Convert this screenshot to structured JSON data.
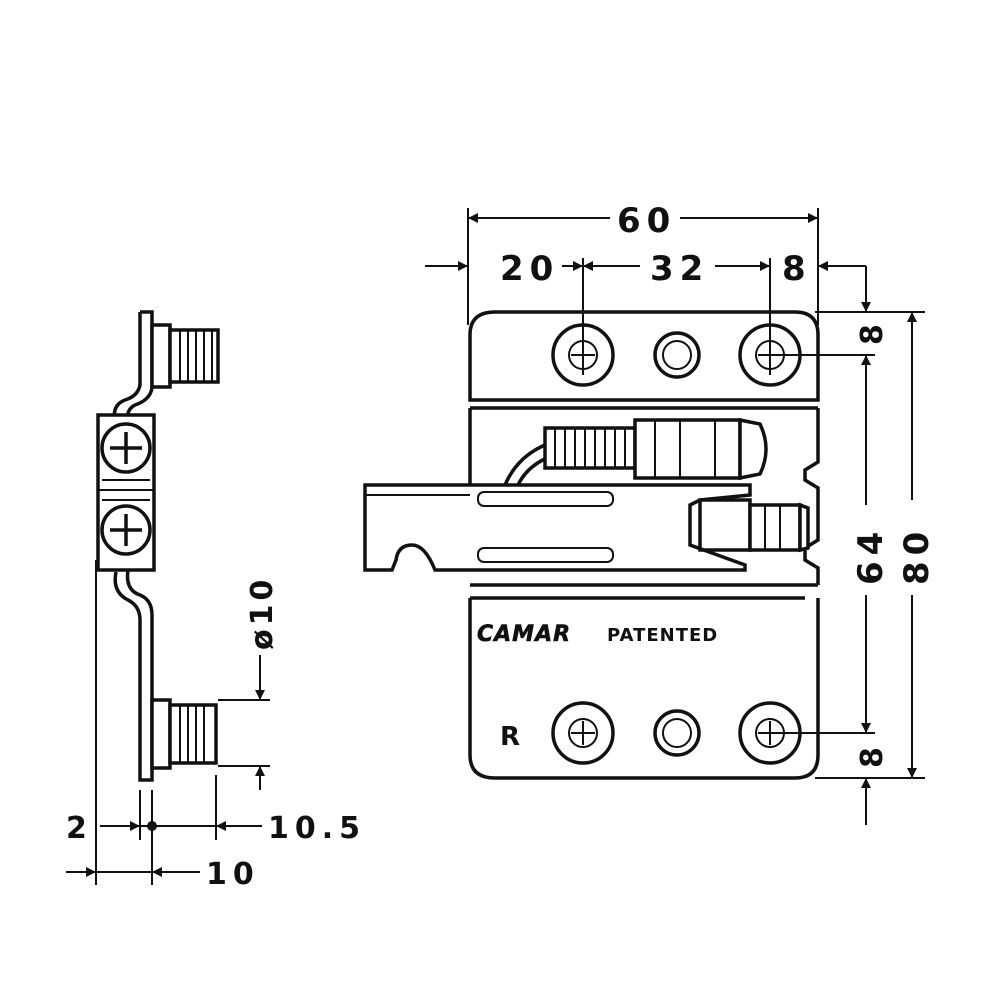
{
  "dimensions": {
    "top_overall": "60",
    "top_left": "20",
    "top_mid": "32",
    "top_right": "8",
    "right_top": "8",
    "right_mid": "64",
    "right_overall": "80",
    "right_bottom": "8",
    "side_diameter": "ø10",
    "side_thickness": "2",
    "side_pin": "10.5",
    "side_depth": "10"
  },
  "markings": {
    "brand": "CAMAR",
    "patent": "PATENTED",
    "hand": "R"
  }
}
